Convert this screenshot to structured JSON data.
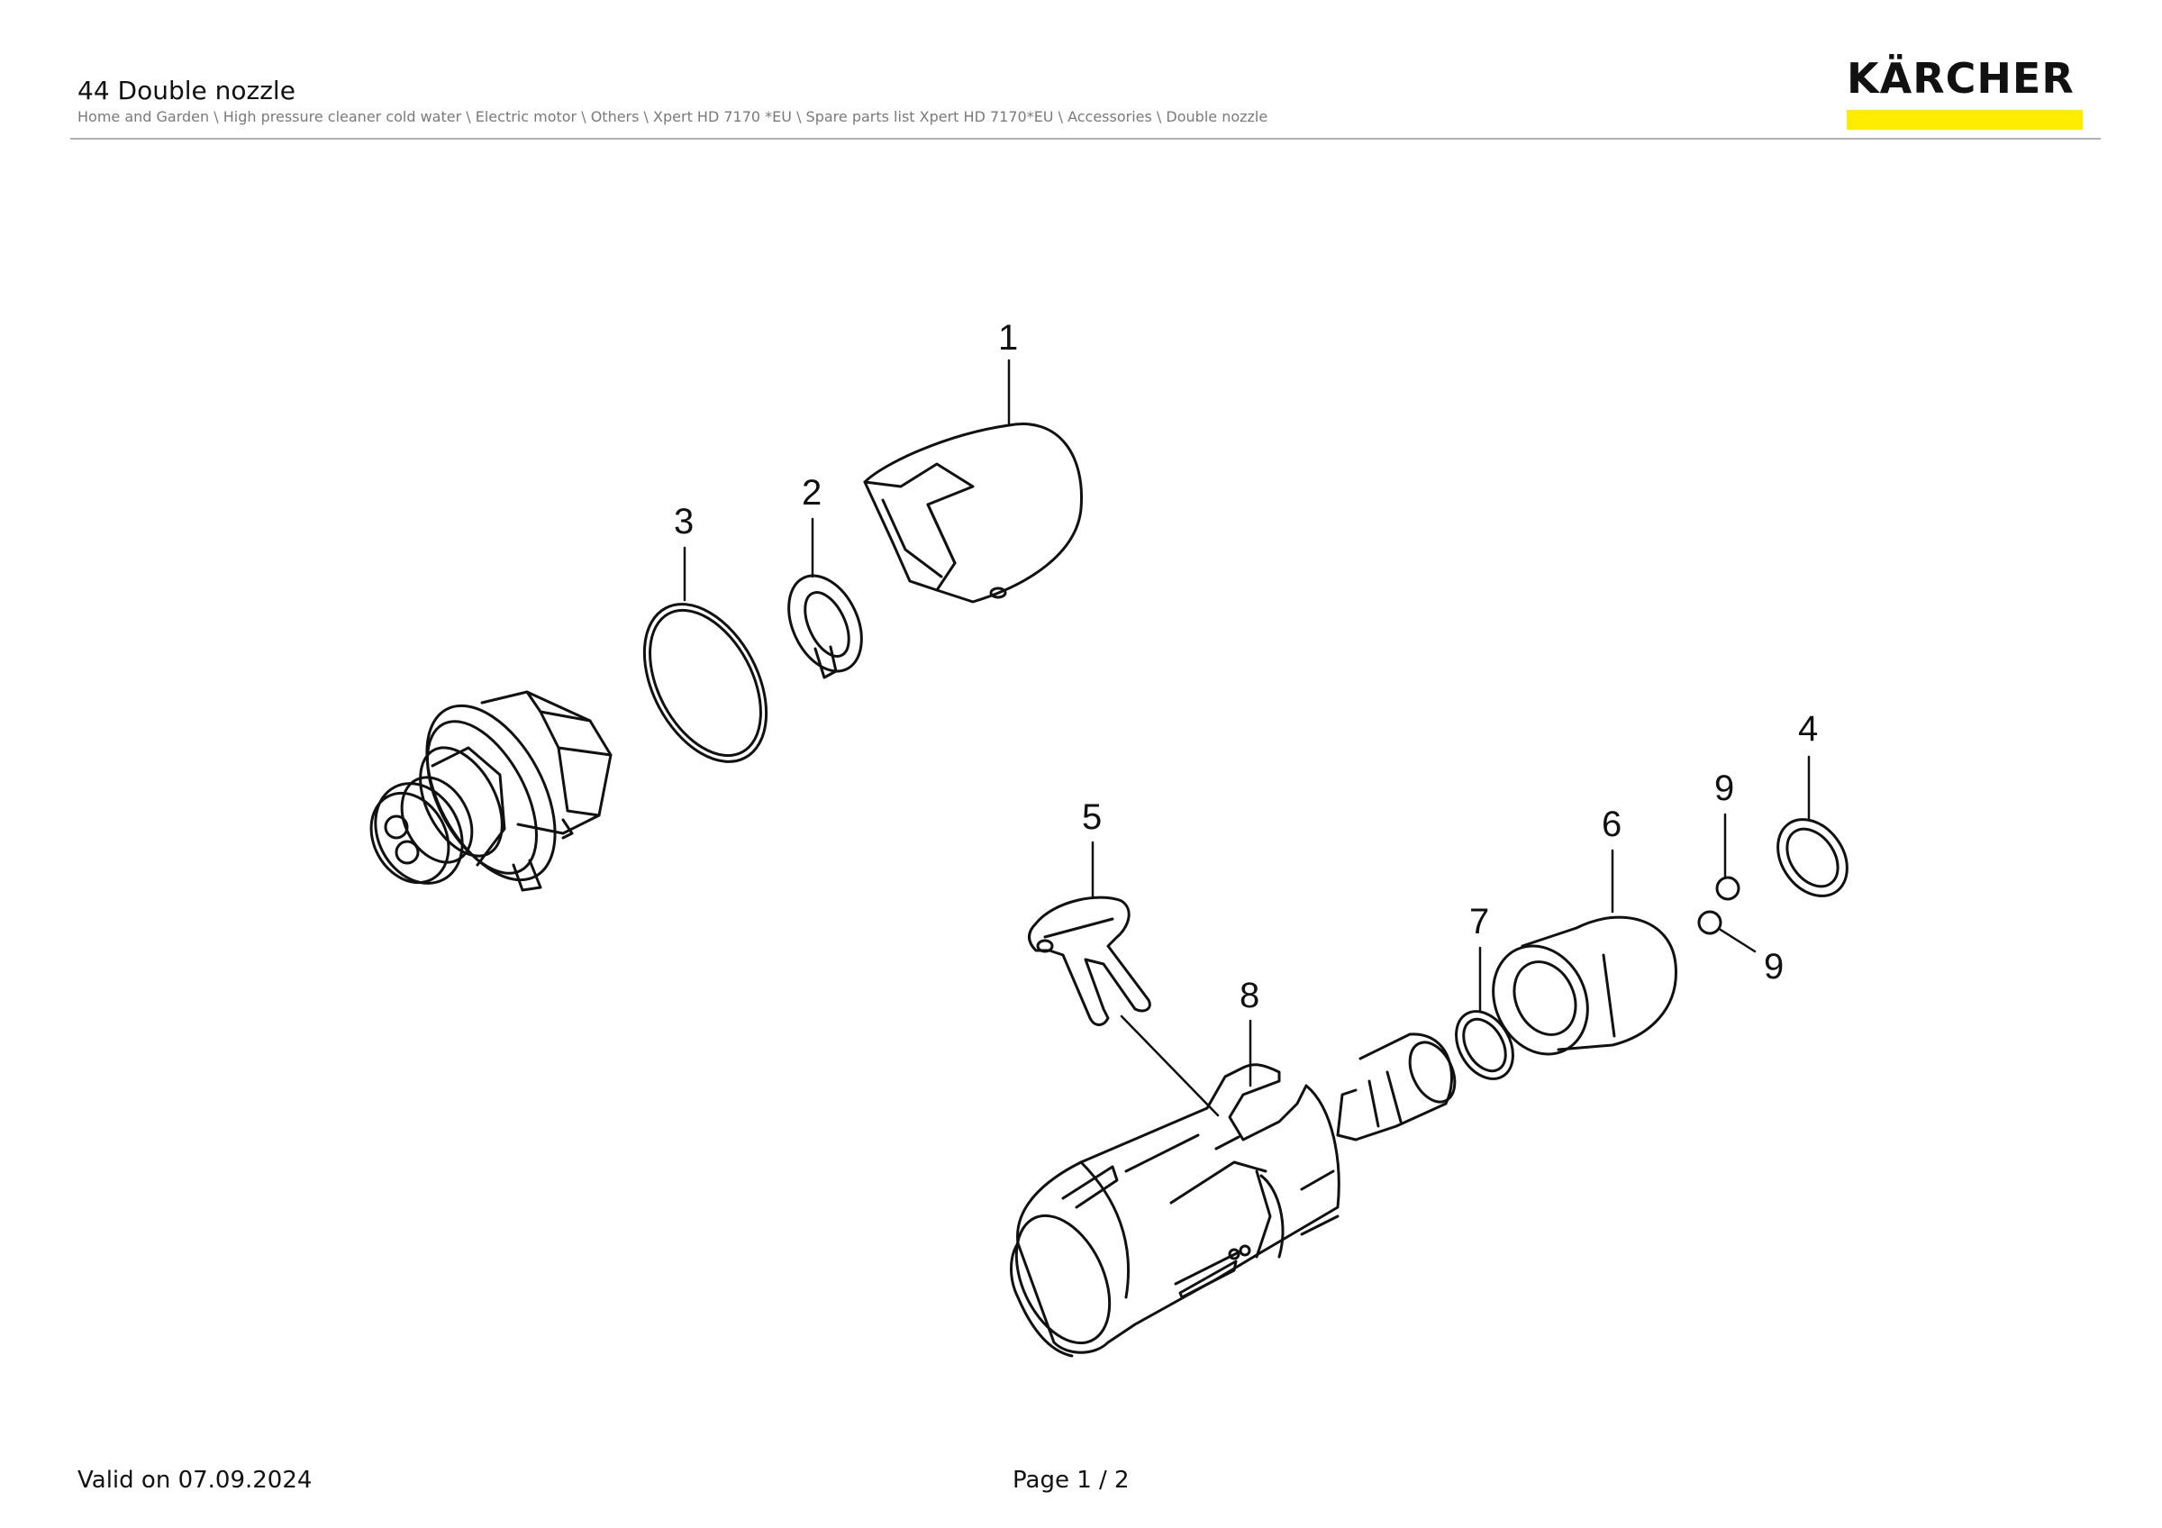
{
  "header": {
    "title": "44 Double nozzle",
    "breadcrumb": "Home and Garden \\ High pressure cleaner cold water \\ Electric motor \\ Others \\ Xpert HD 7170 *EU \\ Spare parts list Xpert HD 7170*EU \\ Accessories \\ Double nozzle",
    "logo_text": "KÄRCHER",
    "logo_color": "#ffed00"
  },
  "diagram": {
    "labels": [
      "1",
      "2",
      "3",
      "4",
      "5",
      "6",
      "7",
      "8",
      "9",
      "9"
    ]
  },
  "footer": {
    "valid_on": "Valid on 07.09.2024",
    "page": "Page 1 / 2"
  }
}
